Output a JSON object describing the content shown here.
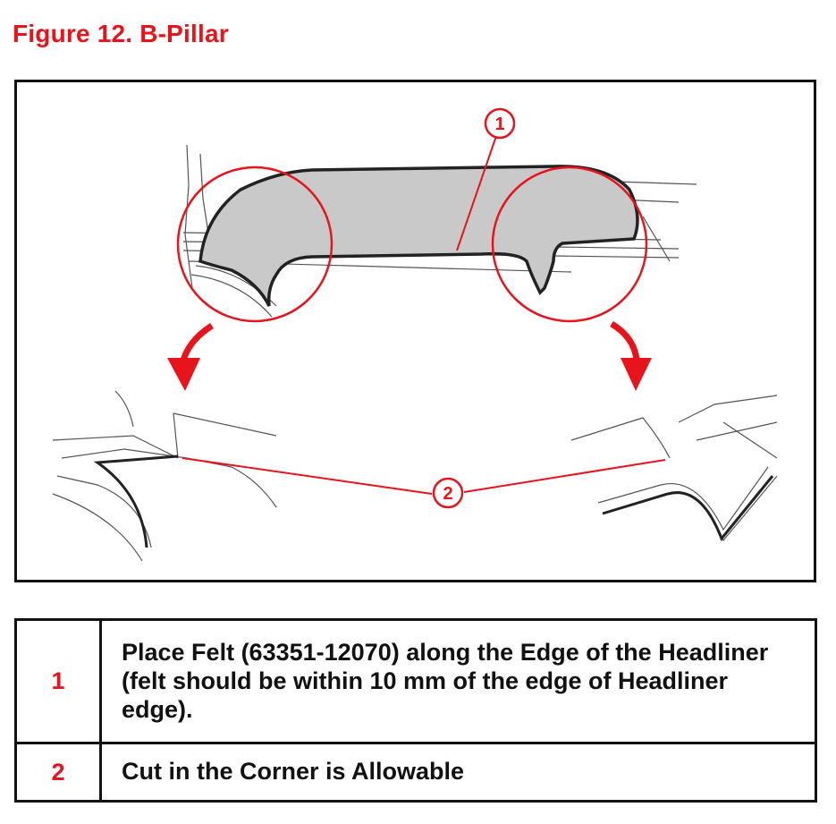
{
  "figure": {
    "title": "Figure 12.  B-Pillar",
    "callouts": [
      "1",
      "2"
    ]
  },
  "legend": {
    "rows": [
      {
        "number": "1",
        "text": "Place Felt (63351-12070) along the Edge of the Headliner (felt should be within 10 mm of the edge of Headliner edge)."
      },
      {
        "number": "2",
        "text": "Cut in the Corner is Allowable"
      }
    ]
  },
  "colors": {
    "accent_red": "#e8141b",
    "felt_gray": "#c9c9c9",
    "border": "#111111"
  }
}
